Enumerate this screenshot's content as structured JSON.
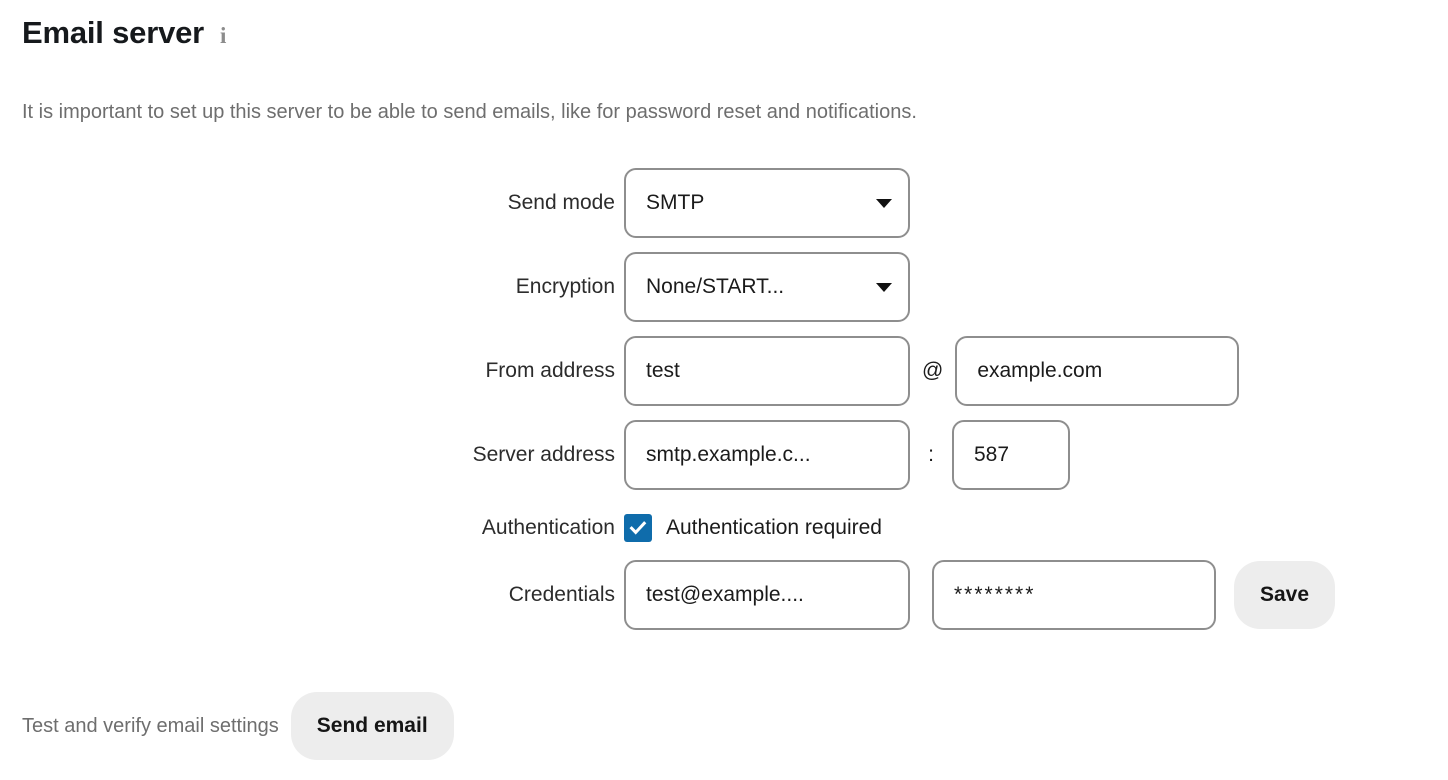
{
  "header": {
    "title": "Email server",
    "info_icon": "info-icon",
    "description": "It is important to set up this server to be able to send emails, like for password reset and notifications."
  },
  "form": {
    "send_mode": {
      "label": "Send mode",
      "value": "SMTP",
      "caret_icon": "chevron-down-icon"
    },
    "encryption": {
      "label": "Encryption",
      "value": "None/START...",
      "caret_icon": "chevron-down-icon"
    },
    "from_address": {
      "label": "From address",
      "user_value": "test",
      "separator": "@",
      "domain_value": "example.com"
    },
    "server_address": {
      "label": "Server address",
      "host_value": "smtp.example.c...",
      "separator": ":",
      "port_value": "587"
    },
    "authentication": {
      "label": "Authentication",
      "checkbox_label": "Authentication required",
      "checked": true,
      "check_icon": "check-icon"
    },
    "credentials": {
      "label": "Credentials",
      "username_value": "test@example....",
      "password_value": "********",
      "save_label": "Save"
    }
  },
  "footer": {
    "test_label": "Test and verify email settings",
    "send_email_label": "Send email"
  },
  "colors": {
    "accent": "#0f6cab",
    "field_border": "#8e8e8e",
    "button_bg": "#ededed",
    "muted_text": "#6e6e6e",
    "text": "#1b1b1b"
  }
}
